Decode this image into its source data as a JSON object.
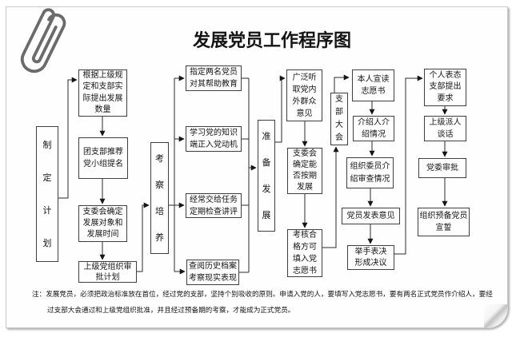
{
  "title": "发展党员工作程序图",
  "stages": {
    "plan": "制定计划",
    "cultivate": "考察培养",
    "prepare": "准备发展",
    "meeting": "支部大会"
  },
  "steps": {
    "propose_quantity": "根据上级规\n定和支部实\n际提出发展\n数量",
    "league_recommend": "团支部推荐\n党小组提名",
    "confirm_targets": "支委会确定\n发展对象和\n发展时间",
    "approve_plan": "上级党组织审\n批计划",
    "assign_helpers": "指定两名党员\n对其帮助教育",
    "learn_knowledge": "学习党的知识\n端正入党动机",
    "assign_tasks": "经常交给任务\n定期检查讲评",
    "review_archives": "查阅历史档案\n考察现实表现",
    "seek_opinions": "广泛听\n取党内\n外群众\n意见",
    "confirm_schedule": "支委会\n确定能\n否按期\n发展",
    "fill_application": "考核合\n格方可\n填入党\n志愿书",
    "read_application": "本人宣读\n志愿书",
    "introducer_report": "介绍人介\n绍情况",
    "committee_report": "组织委员介\n绍审查情况",
    "member_opinions": "党员发表意见",
    "vote_resolution": "举手表决\n形成决议",
    "personal_statement": "个人表态\n支部提出\n要求",
    "superior_talk": "上级派人\n谈话",
    "committee_approval": "党委审批",
    "oath": "组织预备党员\n宣誓"
  },
  "note": "注：发展党员，必须把政治标准放在首位，经过党的支部，坚持个别吸收的原则。申请入党的人，要填写入党志愿书，要有两名正式党员作介绍人，要经\n过支部大会通过和上级党组织批准，并且经过预备期的考察，才能成为正式党员。"
}
